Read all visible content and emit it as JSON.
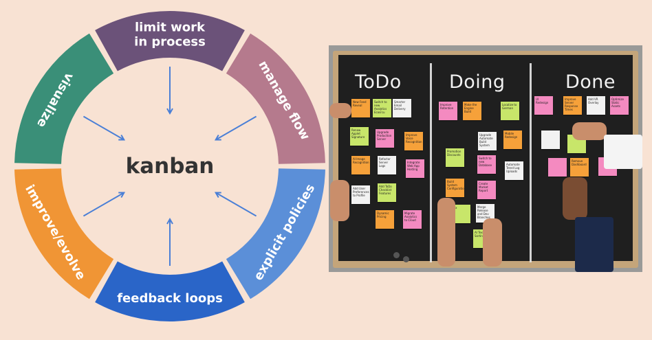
{
  "diagram": {
    "center": "kanban",
    "segments": [
      {
        "label_lines": [
          "limit work",
          "in process"
        ],
        "color": "#6b5279"
      },
      {
        "label_lines": [
          "manage flow"
        ],
        "color": "#b57a8d"
      },
      {
        "label_lines": [
          "explicit policies"
        ],
        "color": "#5b8fd8"
      },
      {
        "label_lines": [
          "feedback loops"
        ],
        "color": "#2a65c8"
      },
      {
        "label_lines": [
          "improve/evolve"
        ],
        "color": "#f09535"
      },
      {
        "label_lines": [
          "visualize"
        ],
        "color": "#3a8f78"
      }
    ]
  },
  "board": {
    "columns": [
      "ToDo",
      "Doing",
      "Done"
    ],
    "notes": [
      {
        "col": 0,
        "color": "#f6a13a",
        "text": "New Feed Reveal"
      },
      {
        "col": 0,
        "color": "#c8e66a",
        "text": "Switch to new Analytics Ecosrcu"
      },
      {
        "col": 0,
        "color": "#f2f2f2",
        "text": "Smarter Email Delivery"
      },
      {
        "col": 0,
        "color": "#c8e66a",
        "text": "Renew Applet Signature"
      },
      {
        "col": 0,
        "color": "#f48ac0",
        "text": "Upgrade Production Server"
      },
      {
        "col": 0,
        "color": "#f6a13a",
        "text": "Improve Voice Recognition"
      },
      {
        "col": 0,
        "color": "#f6a13a",
        "text": "AI Image Recognition"
      },
      {
        "col": 0,
        "color": "#f2f2f2",
        "text": "Refactor Server Logs"
      },
      {
        "col": 0,
        "color": "#f48ac0",
        "text": "Integrate Web App Hosting"
      },
      {
        "col": 0,
        "color": "#f2f2f2",
        "text": "Add User Preferences to Profile"
      },
      {
        "col": 0,
        "color": "#c8e66a",
        "text": "Add ToDo Checklist Features"
      },
      {
        "col": 0,
        "color": "#f6a13a",
        "text": "Dynamic Pricing"
      },
      {
        "col": 0,
        "color": "#f48ac0",
        "text": "Migrate Analytics to Cloud"
      },
      {
        "col": 1,
        "color": "#f48ac0",
        "text": "Improve Retention"
      },
      {
        "col": 1,
        "color": "#f6a13a",
        "text": "Make the Engine Build"
      },
      {
        "col": 1,
        "color": "#c8e66a",
        "text": "Localize to German"
      },
      {
        "col": 1,
        "color": "#f2f2f2",
        "text": "Upgrade Automate Build System"
      },
      {
        "col": 1,
        "color": "#f6a13a",
        "text": "Mobile Redesign"
      },
      {
        "col": 1,
        "color": "#c8e66a",
        "text": "Promotion Discounts"
      },
      {
        "col": 1,
        "color": "#f48ac0",
        "text": "Switch to new Database"
      },
      {
        "col": 1,
        "color": "#f2f2f2",
        "text": "Automate Trend Log Uploads"
      },
      {
        "col": 1,
        "color": "#f6a13a",
        "text": "Build System Configuration"
      },
      {
        "col": 1,
        "color": "#f48ac0",
        "text": "Create Market Report"
      },
      {
        "col": 1,
        "color": "#c8e66a",
        "text": "Fix"
      },
      {
        "col": 1,
        "color": "#f2f2f2",
        "text": "Merge Release and Dev Branches"
      },
      {
        "col": 1,
        "color": "#c8e66a",
        "text": "AI Text Sorting"
      },
      {
        "col": 2,
        "color": "#f48ac0",
        "text": "UI Redesign"
      },
      {
        "col": 2,
        "color": "#f6a13a",
        "text": "Improve Server Response Times"
      },
      {
        "col": 2,
        "color": "#f2f2f2",
        "text": "Add VR Overlay"
      },
      {
        "col": 2,
        "color": "#f48ac0",
        "text": "Optimize Static Assets"
      },
      {
        "col": 2,
        "color": "#f2f2f2",
        "text": ""
      },
      {
        "col": 2,
        "color": "#c8e66a",
        "text": ""
      },
      {
        "col": 2,
        "color": "#f48ac0",
        "text": ""
      },
      {
        "col": 2,
        "color": "#f6a13a",
        "text": "Remove Dashboard"
      },
      {
        "col": 2,
        "color": "#f48ac0",
        "text": ""
      }
    ]
  }
}
